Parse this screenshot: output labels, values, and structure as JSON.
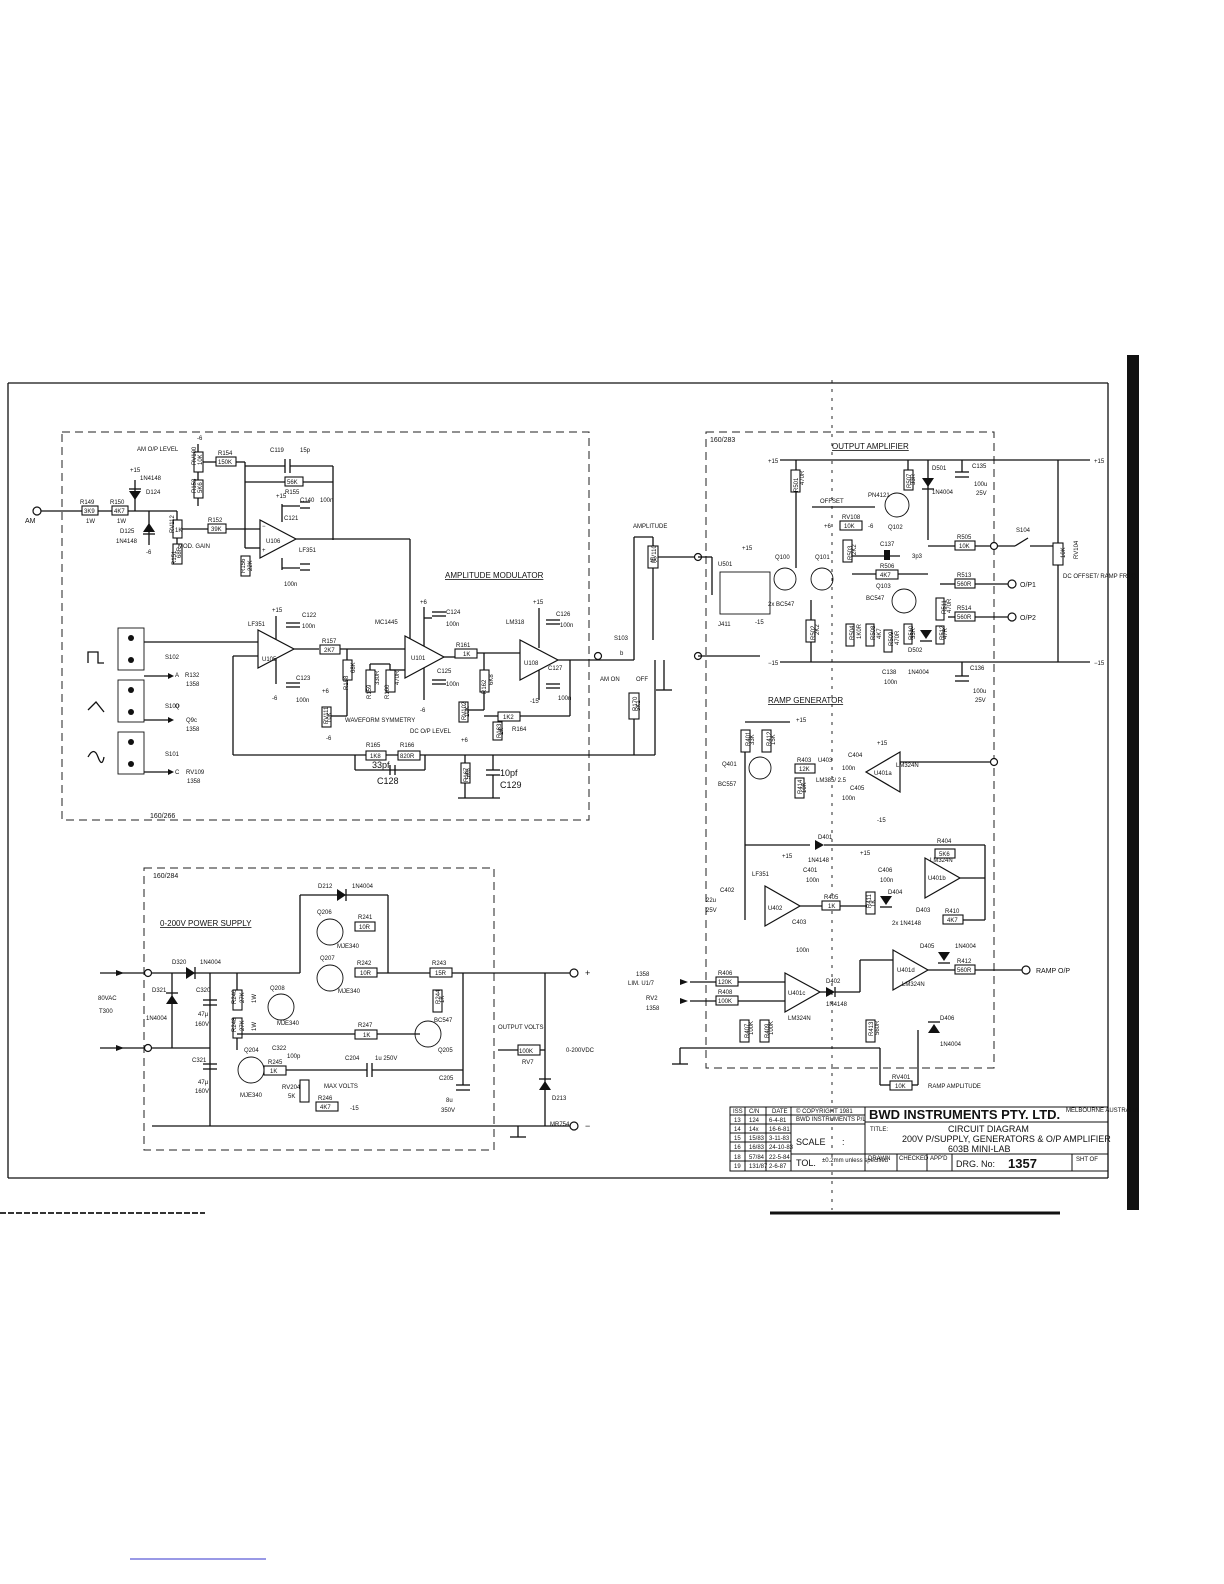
{
  "title_block": {
    "company": "BWD INSTRUMENTS PTY. LTD.",
    "location": "MELBOURNE AUSTRALIA",
    "copyright": "© COPYRIGHT 1981",
    "copyright_holder": "BWD INSTRUMENTS P/L",
    "title_label": "TITLE:",
    "title_line1": "CIRCUIT DIAGRAM",
    "title_line2": "200V P/SUPPLY, GENERATORS & O/P AMPLIFIER",
    "title_line3": "603B MINI-LAB",
    "scale_label": "SCALE",
    "scale_value": ":",
    "tol_label": "TOL.",
    "tol_value": "±0.2mm unless specified",
    "drawn": "DRAWN",
    "checked": "CHECKED",
    "appd": "APP'D",
    "drg_label": "DRG. No:",
    "drg_no": "1357",
    "sht": "SHT OF",
    "rev_headers": [
      "ISS",
      "C/N",
      "DATE"
    ],
    "revisions": [
      [
        "13",
        "124",
        "6-4-81"
      ],
      [
        "14",
        "14x",
        "16-6-81"
      ],
      [
        "15",
        "15/83",
        "3-11-83"
      ],
      [
        "16",
        "16/83",
        "24-10-83"
      ],
      [
        "18",
        "57/84",
        "22-5-84"
      ],
      [
        "19",
        "131/87",
        "2-6-87"
      ]
    ]
  },
  "blocks": {
    "am": "160/266",
    "output": "160/283",
    "psu": "160/284"
  },
  "sections": {
    "amplitude_modulator": "AMPLITUDE MODULATOR",
    "output_amplifier": "OUTPUT AMPLIFIER",
    "ramp_generator": "RAMP GENERATOR",
    "power_supply": "0-200V POWER SUPPLY",
    "am_op_level": "AM O/P LEVEL",
    "mod_gain": "MOD. GAIN",
    "waveform_symmetry": "WAVEFORM SYMMETRY",
    "dc_op_level": "DC O/P LEVEL",
    "amplitude": "AMPLITUDE",
    "offset": "OFFSET",
    "dc_offset": "DC OFFSET/ RAMP FREQ.",
    "ramp_amplitude": "RAMP AMPLITUDE",
    "output_volts": "OUTPUT VOLTS",
    "max_volts": "MAX VOLTS"
  },
  "io": {
    "am_in": "AM",
    "op1": "O/P1",
    "op2": "O/P2",
    "ramp_op": "RAMP O/P",
    "psu_out": "0-200VDC",
    "plus": "+",
    "minus": "−",
    "vac": "80VAC",
    "t300": "T300",
    "lim": "LIM. U1/7",
    "lim_ref": "1358",
    "rv2": "RV2",
    "rv2_ref": "1358",
    "am_on": "AM ON",
    "off": "OFF",
    "s102": "S102",
    "s100": "S100",
    "s101": "S101",
    "r132": "R132",
    "r132_ref": "1358",
    "a": "A",
    "q": "Q",
    "q9c": "Q9c",
    "q9c_ref": "1358",
    "c": "C",
    "rv109": "RV109",
    "rv109_ref": "1358",
    "b": "b",
    "s103": "S103",
    "s104": "S104"
  },
  "components": {
    "r149": "R149",
    "v149": "3K9",
    "w149": "1W",
    "r150": "R150",
    "v150": "4K7",
    "w150": "1W",
    "d124": "D124",
    "d124t": "1N4148",
    "d125": "D125",
    "d125t": "1N4148",
    "r151": "R151",
    "v151": "68R",
    "rv112": "RV112",
    "vrv112": "1K",
    "r152": "R152",
    "v152": "39K",
    "r153": "R153",
    "v153": "5K6",
    "rv100": "RV100",
    "vrv100": "10K",
    "r154": "R154",
    "v154": "150K",
    "c119": "C119",
    "vc119": "15p",
    "r155": "R155",
    "v155": "56K",
    "c140": "C140",
    "vc140": "100n",
    "c121": "C121",
    "vc121": "100n",
    "u106": "U106",
    "u106t": "LF351",
    "r156": "R156",
    "v156": "22K",
    "u105": "U105",
    "u105t": "LF351",
    "c122": "C122",
    "vc122": "100n",
    "c123": "C123",
    "vc123": "100n",
    "r157": "R157",
    "v157": "2K7",
    "r158": "R158",
    "v158": "68K",
    "r159": "R159",
    "v159": "330R",
    "r160": "R160",
    "v160": "470R",
    "rv111": "RV111",
    "vrv111": "10K",
    "u101": "U101",
    "u101t": "MC1445",
    "c124": "C124",
    "vc124": "100n",
    "c125": "C125",
    "vc125": "100n",
    "r161": "R161",
    "v161": "1K",
    "r162": "R162",
    "v162": "6K8",
    "rv102": "RV102",
    "vrv102": "10K",
    "u108": "U108",
    "u108t": "LM318",
    "c126": "C126",
    "vc126": "100n",
    "c127": "C127",
    "vc127": "100n",
    "r163": "R163",
    "v163": "1K",
    "r164": "R164",
    "v164": "1K2",
    "r165": "R165",
    "v165": "1K8",
    "r166": "R166",
    "v166": "820R",
    "c128": "C128",
    "vc128": "33pf",
    "r167": "R167",
    "v167": "5K6",
    "c129": "C129",
    "vc129": "10pf",
    "rv110": "RV110",
    "vrv110": "5K",
    "r170": "R170",
    "v170": "5K1",
    "u501": "U501",
    "j411": "J411",
    "q100": "Q100",
    "q101": "Q101",
    "q_pair": "2x BC547",
    "r501": "R501",
    "v501": "470R",
    "r502": "R502",
    "v502": "2K2",
    "r503": "R503",
    "v503": "2K2",
    "rv108": "RV108",
    "vrv108": "10K",
    "q102": "Q102",
    "q102t": "PN4121",
    "r507": "R507",
    "v507": "33R",
    "d501": "D501",
    "d501t": "1N4004",
    "c135": "C135",
    "vc135": "100u",
    "vc135v": "25V",
    "c137": "C137",
    "vc137": "3p3",
    "r506": "R506",
    "v506": "4K7",
    "r505": "R505",
    "v505": "10K",
    "q103": "Q103",
    "q103t": "BC547",
    "r504": "R504",
    "v504": "1K0R",
    "r508": "R508",
    "v508": "4K7",
    "r509": "R509",
    "v509": "470R",
    "r510": "R510",
    "v510": "33R",
    "r511": "R511",
    "v511": "470R",
    "r512": "R512",
    "v512": "47R",
    "d502": "D502",
    "d502t": "1N4004",
    "r513": "R513",
    "v513": "560R",
    "r514": "R514",
    "v514": "560R",
    "c136": "C136",
    "vc136": "100u",
    "vc136v": "25V",
    "c138": "C138",
    "vc138": "100n",
    "rv104": "RV104",
    "vrv104": "10K",
    "q401": "Q401",
    "q401t": "BC557",
    "r401": "R401",
    "v401": "33K",
    "r412": "R412",
    "v412": "15K",
    "r403": "R403",
    "v403": "12K",
    "u403": "U403",
    "u403t": "LM385/ 2.5",
    "r414": "R414",
    "v414": "10K",
    "c404": "C404",
    "vc404": "100n",
    "c405": "C405",
    "vc405": "100n",
    "u401a": "U401a",
    "u401at": "LM324N",
    "d401": "D401",
    "d401t": "1N4148",
    "u402": "U402",
    "u402t": "LF351",
    "c401": "C401",
    "vc401": "100n",
    "c402": "C402",
    "vc402": "22u",
    "vc402v": "25V",
    "c403": "C403",
    "vc403": "100n",
    "r405": "R405",
    "v405": "1K",
    "r411": "R411",
    "v411": "1K",
    "c406": "C406",
    "vc406": "100n",
    "d404": "D404",
    "d403": "D403",
    "dx": "2x 1N4148",
    "r404": "R404",
    "v404": "5K6",
    "u401b": "U401b",
    "u401bt": "LM324N",
    "r410": "R410",
    "v410": "4K7",
    "d405": "D405",
    "d405t": "1N4004",
    "u401c": "U401c",
    "u401ct": "LM324N",
    "u401d": "U401d",
    "u401dt": "LM324N",
    "r406": "R406",
    "v406": "120K",
    "r408": "R408",
    "v408": "100K",
    "r407": "R407",
    "v407": "100K",
    "r409": "R409",
    "v409": "100K",
    "d402": "D402",
    "d402t": "1N4148",
    "r412b": "R412",
    "v412b": "560R",
    "r413": "R413",
    "v413": "560R",
    "d406": "D406",
    "d406t": "1N4004",
    "rv401": "RV401",
    "vrv401": "10K",
    "d320": "D320",
    "d320t": "1N4004",
    "d321": "D321",
    "d321t": "1N4004",
    "c320": "C320",
    "vc320": "47µ",
    "vc320v": "160V",
    "c321": "C321",
    "vc321": "47µ",
    "vc321v": "160V",
    "r240": "R240",
    "v240": "27K",
    "w240": "1W",
    "r248": "R248",
    "v248": "27K",
    "w248": "1W",
    "d212": "D212",
    "d212t": "1N4004",
    "q206": "Q206",
    "q206t": "MJE340",
    "r241": "R241",
    "v241": "10R",
    "q207": "Q207",
    "q207t": "MJE340",
    "r242": "R242",
    "v242": "10R",
    "q208": "Q208",
    "q208t": "MJE340",
    "r247": "R247",
    "v247": "1K",
    "r243": "R243",
    "v243": "15R",
    "r244": "R244",
    "v244": "1K",
    "q205": "Q205",
    "q205t": "BC547",
    "q204": "Q204",
    "q204t": "MJE340",
    "c322": "C322",
    "vc322": "100p",
    "r245": "R245",
    "v245": "1K",
    "c204": "C204",
    "vc204": "1u 250V",
    "rv204": "RV204",
    "vrv204": "5K",
    "r246": "R246",
    "v246": "4K7",
    "c205": "C205",
    "vc205": "8u",
    "vc205v": "350V",
    "rv7": "RV7",
    "vrv7": "100K",
    "d213": "D213",
    "d213t": "MR754"
  },
  "rails": {
    "p15": "+15",
    "m15": "−15",
    "p6": "+6",
    "m6": "−6",
    "n15": "-15",
    "n6": "-6"
  }
}
